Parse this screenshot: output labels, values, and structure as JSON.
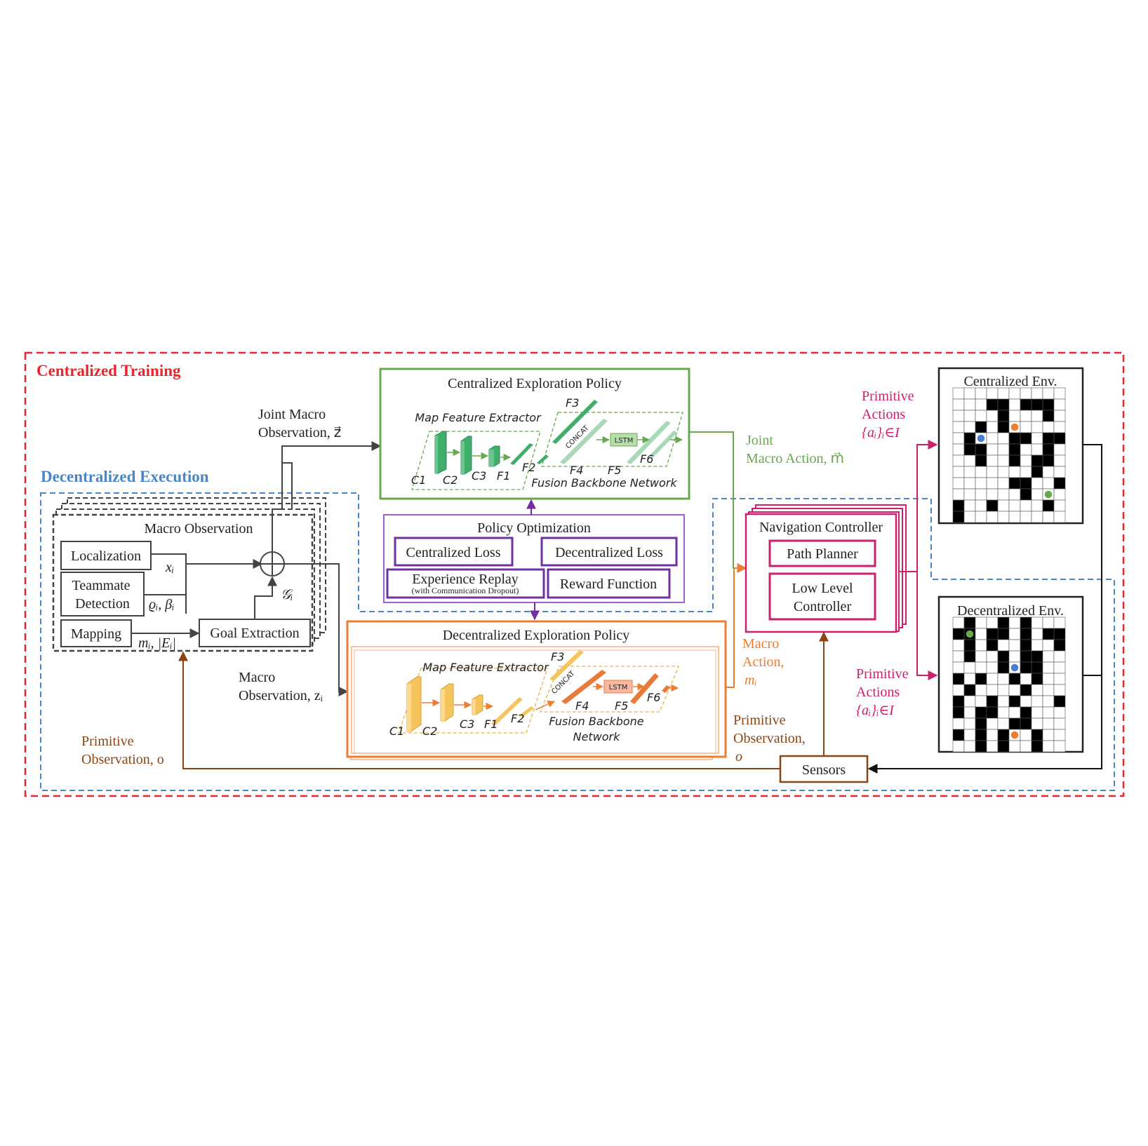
{
  "regions": {
    "centralized_training": "Centralized Training",
    "decentralized_execution": "Decentralized Execution"
  },
  "macro_observation": {
    "title": "Macro Observation",
    "localization": "Localization",
    "teammate_line1": "Teammate",
    "teammate_line2": "Detection",
    "mapping": "Mapping",
    "goal_extraction": "Goal Extraction",
    "sym_x": "xᵢ",
    "sym_rho_beta": "ϱᵢ, βᵢ",
    "sym_m_e": "mᵢ, |Eᵢ|",
    "sym_g": "𝒢ᵢ"
  },
  "labels": {
    "joint_macro_obs_1": "Joint Macro",
    "joint_macro_obs_2": "Observation, z⃗",
    "macro_obs_1": "Macro",
    "macro_obs_2": "Observation, zᵢ",
    "prim_obs_left_1": "Primitive",
    "prim_obs_left_2": "Observation, o",
    "joint_macro_action_1": "Joint",
    "joint_macro_action_2": "Macro Action, m⃗",
    "macro_action_1": "Macro",
    "macro_action_2": "Action,",
    "macro_action_3": "mᵢ",
    "prim_obs_right_1": "Primitive",
    "prim_obs_right_2": "Observation,",
    "prim_obs_right_3": "o",
    "prim_actions_top_1": "Primitive",
    "prim_actions_top_2": "Actions",
    "prim_actions_top_3": "{aᵢ}ᵢ∈I",
    "prim_actions_bot_1": "Primitive",
    "prim_actions_bot_2": "Actions",
    "prim_actions_bot_3": "{aᵢ}ᵢ∈I"
  },
  "centralized_policy": {
    "title": "Centralized Exploration Policy",
    "map_feature_extractor": "Map Feature Extractor",
    "fusion_backbone": "Fusion Backbone Network",
    "concat": "CONCAT",
    "lstm": "LSTM",
    "layers": [
      "C1",
      "C2",
      "C3",
      "F1",
      "F2",
      "F3",
      "F4",
      "F5",
      "F6"
    ]
  },
  "policy_optimization": {
    "title": "Policy Optimization",
    "centralized_loss": "Centralized Loss",
    "decentralized_loss": "Decentralized Loss",
    "experience_replay": "Experience Replay",
    "experience_replay_sub": "(with Communication Dropout)",
    "reward_function": "Reward Function"
  },
  "decentralized_policy": {
    "title": "Decentralized Exploration Policy",
    "map_feature_extractor": "Map Feature Extractor",
    "fusion_backbone_1": "Fusion Backbone",
    "fusion_backbone_2": "Network",
    "concat": "CONCAT",
    "lstm": "LSTM",
    "layers": [
      "C1",
      "C2",
      "C3",
      "F1",
      "F2",
      "F3",
      "F4",
      "F5",
      "F6"
    ]
  },
  "navigation_controller": {
    "title": "Navigation Controller",
    "path_planner": "Path Planner",
    "low_level_1": "Low Level",
    "low_level_2": "Controller"
  },
  "environments": {
    "centralized": "Centralized Env.",
    "decentralized": "Decentralized Env."
  },
  "sensors": "Sensors",
  "colors": {
    "red": "#e8262b",
    "blue": "#4a86c8",
    "green": "#6aa84f",
    "purple": "#7030a0",
    "orange": "#ed7d31",
    "magenta": "#cc1f6e",
    "brown": "#8b4513",
    "gray": "#444444"
  },
  "grid_centralized": [
    "..........",
    "...##.###.",
    "....#...#.",
    "..#.#.....",
    ".#...##.##",
    ".##..#..#.",
    "..#..#.##.",
    ".......#..",
    ".....##..#",
    "......#...",
    "#..#....#.",
    "#........."
  ],
  "grid_decentralized": [
    ".#..#.#...",
    "##.##.#.##",
    ".#.#..#..#",
    ".#..#.##..",
    "....#.##..",
    "#.#..#.#..",
    ".#....#...",
    "#..#.#...#",
    "#.##..#...",
    "..#..##...",
    "#.#.#..#..",
    "..#.#..#.."
  ]
}
